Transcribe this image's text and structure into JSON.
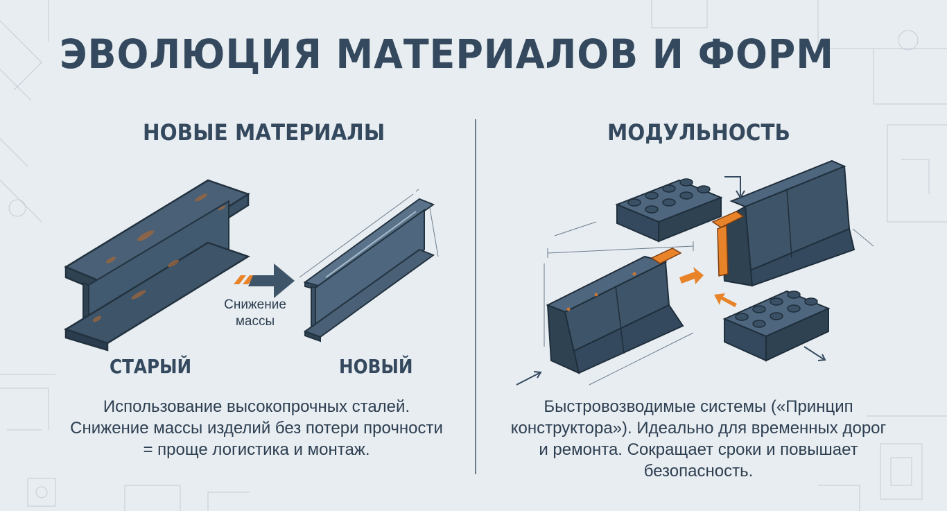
{
  "title": "ЭВОЛЮЦИЯ МАТЕРИАЛОВ И ФОРМ",
  "left": {
    "heading": "НОВЫЕ МАТЕРИАЛЫ",
    "old_label": "СТАРЫЙ",
    "new_label": "НОВЫЙ",
    "arrow_label": "Снижение массы",
    "description": "Использование высокопрочных сталей. Снижение массы изделий без потери прочности = проще логистика и монтаж."
  },
  "right": {
    "heading": "МОДУЛЬНОСТЬ",
    "description": "Быстровозводимые системы («Принцип конструктора»). Идеально для временных дорог и ремонта. Сокращает сроки и повышает безопасность."
  },
  "colors": {
    "background": "#e8edf1",
    "steel": "#3e5468",
    "steel_dark": "#2a3c4e",
    "rust": "#a0663a",
    "accent_orange": "#e8832a",
    "text": "#2c3e50"
  }
}
